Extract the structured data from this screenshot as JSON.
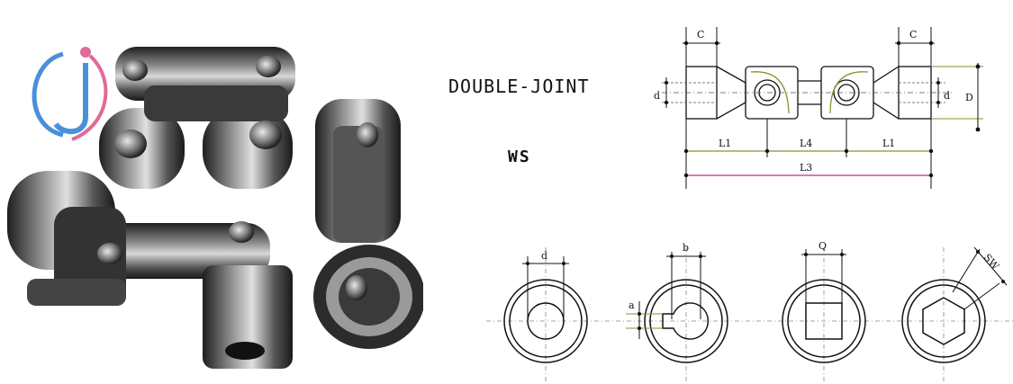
{
  "heading": "DOUBLE-JOINT",
  "model": "WS",
  "drawing_labels": {
    "c_left": "C",
    "c_right": "C",
    "d_left": "d",
    "d_right": "d",
    "D": "D",
    "L1_left": "L1",
    "L4": "L4",
    "L1_right": "L1",
    "L3": "L3"
  },
  "section_labels": {
    "round": "d",
    "key_width": "b",
    "key_depth": "a",
    "square": "Q",
    "hex": "SW"
  },
  "colors": {
    "metal_dark": "#2a2a2a",
    "metal_mid": "#6b6b6b",
    "metal_light": "#cfcfcf",
    "dim_line_green": "#7a9a2a",
    "dim_line_magenta": "#b0308a",
    "logo_blue": "#4a90d9",
    "logo_pink": "#e06a9a"
  }
}
